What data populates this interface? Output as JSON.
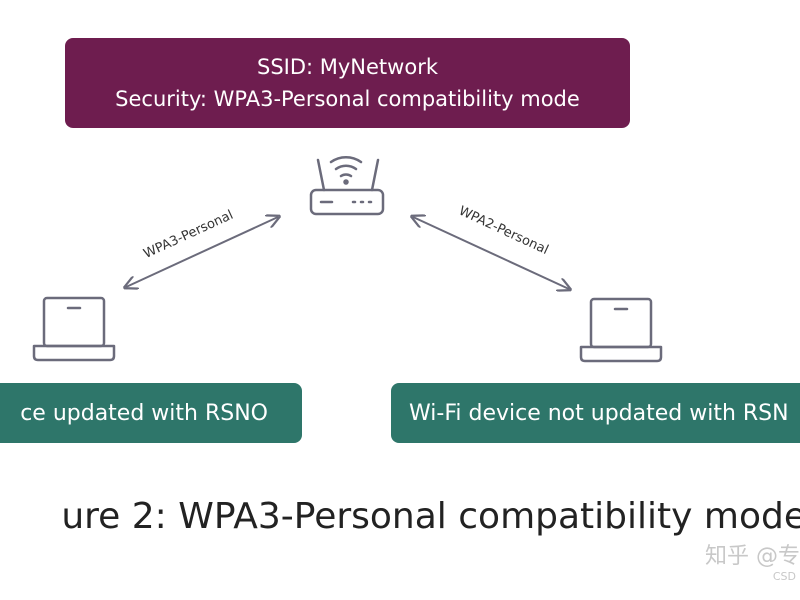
{
  "network": {
    "ssid_line": "SSID: MyNetwork",
    "security_line": "Security: WPA3-Personal compatibility mode"
  },
  "links": {
    "left_label": "WPA3-Personal",
    "right_label": "WPA2-Personal"
  },
  "devices": {
    "left_label": "ce updated with RSNO",
    "right_label": "Wi-Fi device not updated with RSN"
  },
  "caption": "ure 2: WPA3-Personal compatibility mode",
  "watermark": {
    "text": "知乎 @专",
    "sub": "CSD"
  },
  "icons": {
    "router": "wifi-router-icon",
    "laptop": "laptop-icon"
  },
  "colors": {
    "banner": "#6e1d4f",
    "device_box": "#2e766a",
    "icon_stroke": "#6b6b7b",
    "arrow": "#6b6b7b"
  }
}
